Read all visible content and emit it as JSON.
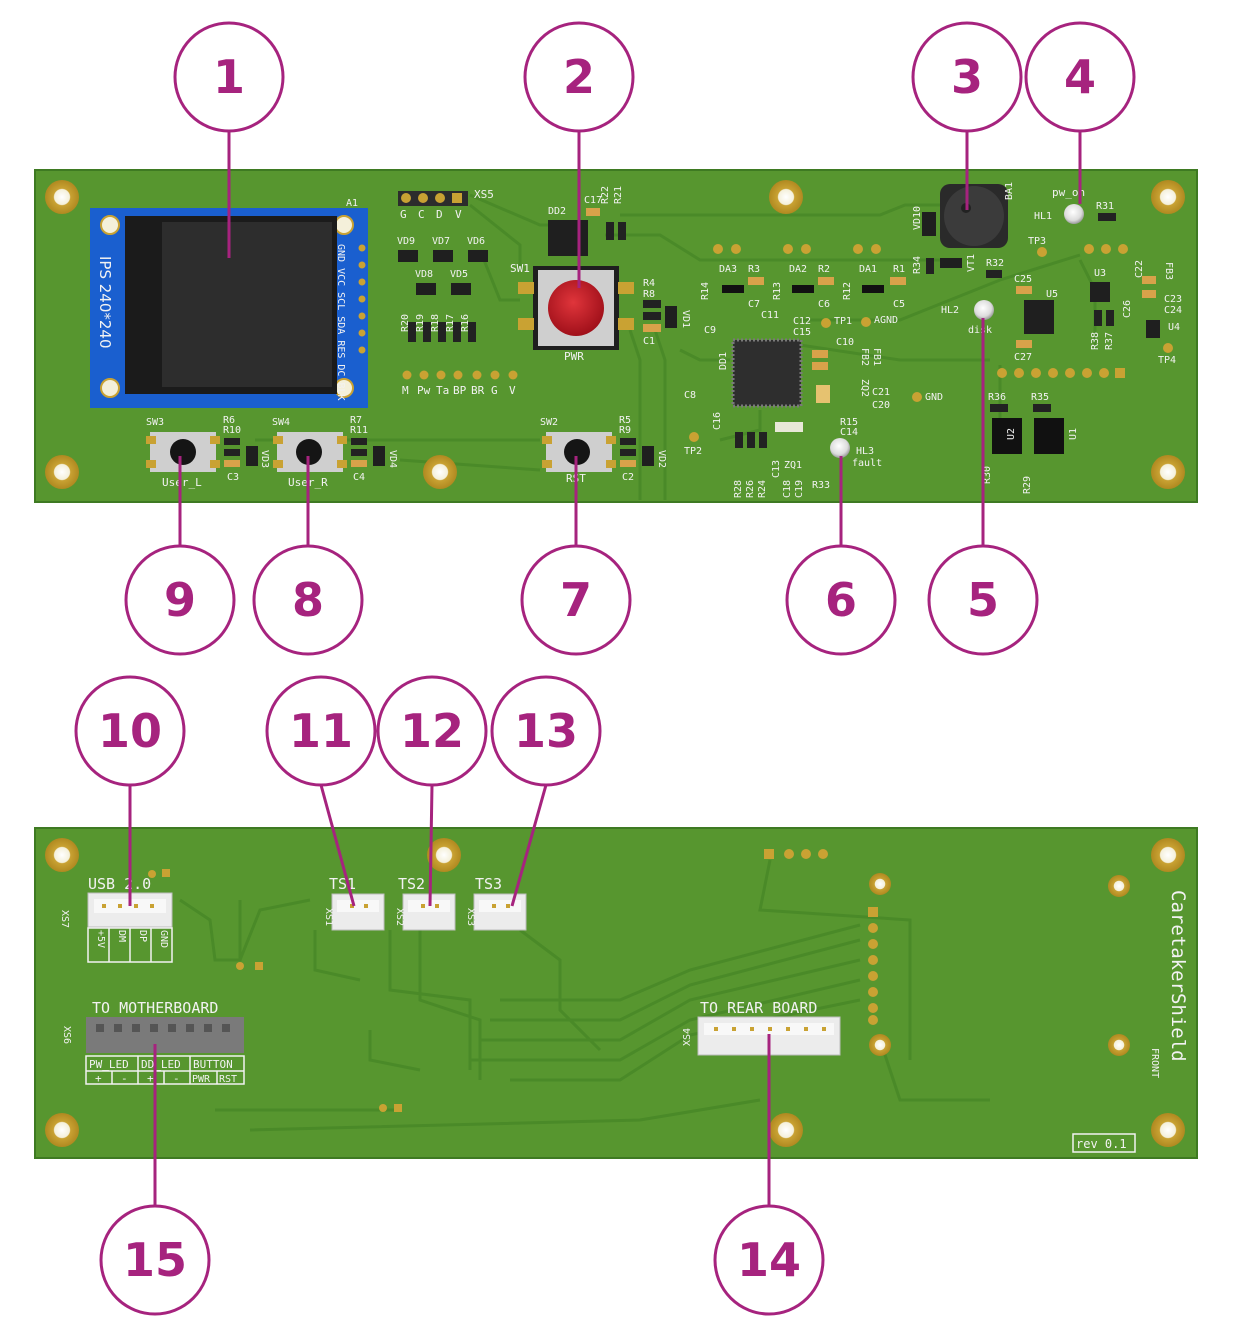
{
  "colors": {
    "pcb": "#57962f",
    "pcb_dark": "#3f7d22",
    "trace": "#4a8a28",
    "pad": "#c9a233",
    "callout": "#a6237e",
    "lcd_frame": "#1a5fcf",
    "button_red": "#c0141c"
  },
  "front": {
    "lcd_label": "IPS 240*240",
    "lcd_pins": "GND VCC SCL SDA RES DC BLK",
    "labels": {
      "a1": "A1",
      "xs5": "XS5",
      "xs5_pins": [
        "G",
        "C",
        "D",
        "V"
      ],
      "dd2": "DD2",
      "c17": "C17",
      "r22": "R22",
      "r21": "R21",
      "sw1": "SW1",
      "pwr": "PWR",
      "r4": "R4",
      "r8": "R8",
      "c1": "C1",
      "vd1": "VD1",
      "vd9": "VD9",
      "vd7": "VD7",
      "vd6": "VD6",
      "vd8": "VD8",
      "vd5": "VD5",
      "r20": "R20",
      "r19": "R19",
      "r18": "R18",
      "r17": "R17",
      "r16": "R16",
      "test_pins": [
        "M",
        "Pw",
        "Ta",
        "BP",
        "BR",
        "G",
        "V"
      ],
      "da3": "DA3",
      "r3": "R3",
      "da2": "DA2",
      "r2": "R2",
      "da1": "DA1",
      "r1": "R1",
      "r14": "R14",
      "c7": "C7",
      "r13": "R13",
      "c6": "C6",
      "r12": "R12",
      "c5": "C5",
      "c9": "C9",
      "c11": "C11",
      "c12": "C12",
      "c15": "C15",
      "tp1": "TP1",
      "agnd": "AGND",
      "c10": "C10",
      "fb2": "FB2",
      "fb1": "FB1",
      "dd1": "DD1",
      "c8": "C8",
      "c16": "C16",
      "c21": "C21",
      "c20": "C20",
      "zq2": "ZQ2",
      "r15": "R15",
      "c14": "C14",
      "gnd": "GND",
      "tp2": "TP2",
      "r28": "R28",
      "r26": "R26",
      "r24": "R24",
      "c13": "C13",
      "zq1": "ZQ1",
      "c18": "C18",
      "c19": "C19",
      "r33": "R33",
      "hl3": "HL3",
      "fault": "fault",
      "vd10": "VD10",
      "ba1": "BA1",
      "r34": "R34",
      "vt1": "VT1",
      "r32": "R32",
      "pw_on": "pw_on",
      "hl1": "HL1",
      "r31": "R31",
      "tp3": "TP3",
      "hl2": "HL2",
      "disk": "disk",
      "c25": "C25",
      "u5": "U5",
      "c27": "C27",
      "u3": "U3",
      "c22": "C22",
      "fb3": "FB3",
      "c26": "C26",
      "c23": "C23",
      "c24": "C24",
      "u4": "U4",
      "tp4": "TP4",
      "r38": "R38",
      "r37": "R37",
      "r36": "R36",
      "r35": "R35",
      "u2": "U2",
      "u1": "U1",
      "r30": "R30",
      "r29": "R29",
      "sw3": "SW3",
      "r6": "R6",
      "r10": "R10",
      "c3": "C3",
      "vd3": "VD3",
      "user_l": "User_L",
      "sw4": "SW4",
      "r7": "R7",
      "r11": "R11",
      "c4": "C4",
      "vd4": "VD4",
      "user_r": "User_R",
      "sw2": "SW2",
      "r5": "R5",
      "r9": "R9",
      "c2": "C2",
      "vd2": "VD2",
      "rst": "RST"
    }
  },
  "back": {
    "usb_label": "USB 2.0",
    "xs7": "XS7",
    "usb_pins": [
      "+5V",
      "DM",
      "DP",
      "GND"
    ],
    "ts1": "TS1",
    "ts2": "TS2",
    "ts3": "TS3",
    "xs1": "XS1",
    "xs2": "XS2",
    "xs3": "XS3",
    "motherboard_label": "TO MOTHERBOARD",
    "xs6": "XS6",
    "mb_groups": [
      "PW_LED",
      "DD_LED",
      "BUTTON"
    ],
    "mb_pins": [
      "+",
      "-",
      "+",
      "-",
      "PWR",
      "RST"
    ],
    "rear_label": "TO REAR BOARD",
    "xs4": "XS4",
    "board_name": "CaretakerShield",
    "side": "FRONT",
    "revision": "rev 0.1"
  },
  "callouts": [
    "1",
    "2",
    "3",
    "4",
    "5",
    "6",
    "7",
    "8",
    "9",
    "10",
    "11",
    "12",
    "13",
    "14",
    "15"
  ]
}
